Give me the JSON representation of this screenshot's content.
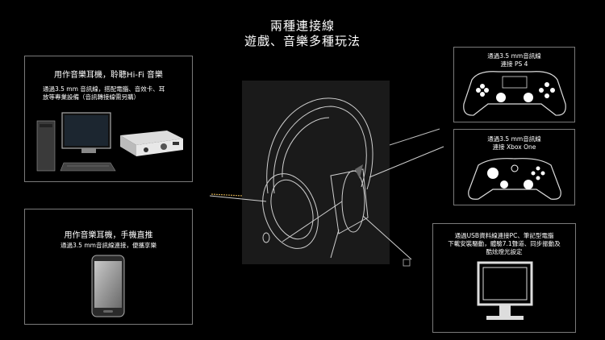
{
  "header": {
    "title_line1": "兩種連接線",
    "title_line2": "遊戲、音樂多種玩法"
  },
  "panels": {
    "hifi": {
      "title": "用作音樂耳機，聆聽Hi-Fi 音樂",
      "desc_line1": "通過3.5 mm 音訊線，搭配電腦、音效卡、耳",
      "desc_line2": "放等專業設備（音訊轉接線需另購）"
    },
    "phone": {
      "title": "用作音樂耳機，手機直推",
      "desc": "通過3.5 mm音訊線連接，便攜享樂"
    },
    "ps4": {
      "line1": "通過3.5 mm音訊線",
      "line2": "連接 PS 4"
    },
    "xbox": {
      "line1": "通過3.5 mm音訊線",
      "line2": "連接 Xbox One"
    },
    "pc": {
      "line1": "通過USB資料線連接PC、筆記型電腦",
      "line2": "下載安裝驅動，體驗7.1聲道、同步振動及",
      "line3": "酷炫燈光設定"
    }
  }
}
